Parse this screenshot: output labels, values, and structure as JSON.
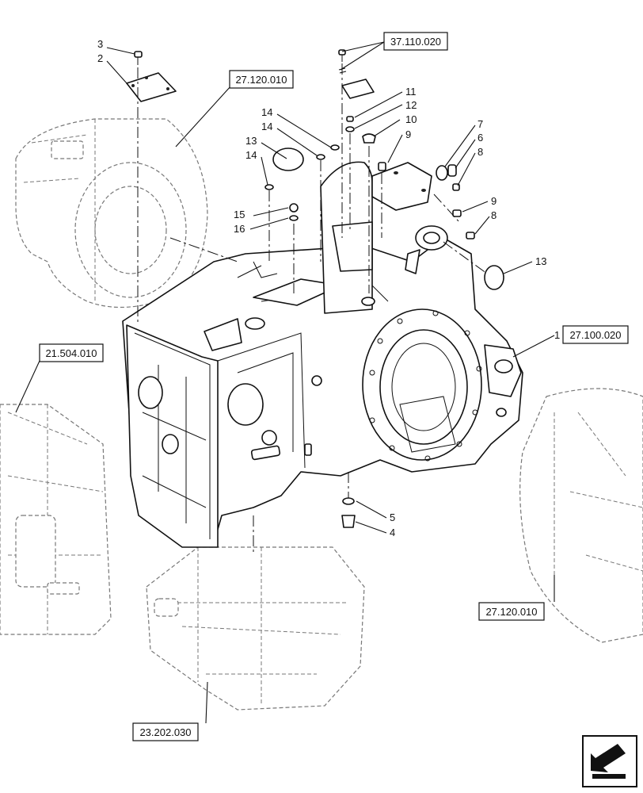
{
  "references": {
    "r1": "37.110.020",
    "r2": "27.120.010",
    "r3": "27.100.020",
    "r4": "21.504.010",
    "r5": "27.120.010",
    "r6": "23.202.030"
  },
  "callouts": {
    "c3": "3",
    "c2": "2",
    "c14a": "14",
    "c14b": "14",
    "c13a": "13",
    "c14c": "14",
    "c15": "15",
    "c16": "16",
    "c11": "11",
    "c12": "12",
    "c10": "10",
    "c9a": "9",
    "c7": "7",
    "c6": "6",
    "c8a": "8",
    "c9b": "9",
    "c8b": "8",
    "c13b": "13",
    "c1": "1",
    "c5": "5",
    "c4": "4"
  },
  "icons": {
    "nav": "next-page-arrow-icon"
  }
}
